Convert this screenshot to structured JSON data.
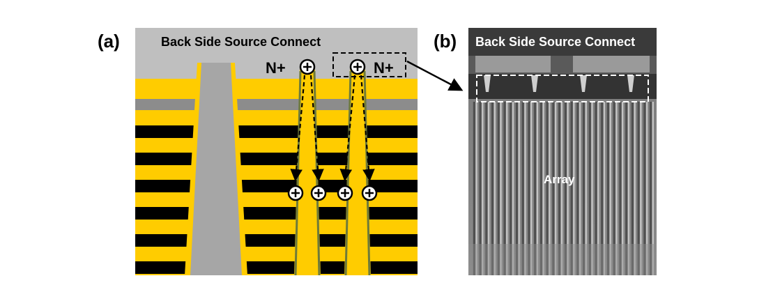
{
  "panels": {
    "a": {
      "label": "(a)",
      "title": "Back Side Source Connect",
      "n_left": "N+",
      "n_right": "N+"
    },
    "b": {
      "label": "(b)",
      "title": "Back Side Source Connect",
      "region": "Array"
    }
  },
  "colors": {
    "yellow": "#ffcc00",
    "black": "#000000",
    "gray": "#a6a6a6",
    "top_gray": "#bfbfbf",
    "band_gray": "#8c8c8c",
    "liner": "#6e7a3a"
  }
}
